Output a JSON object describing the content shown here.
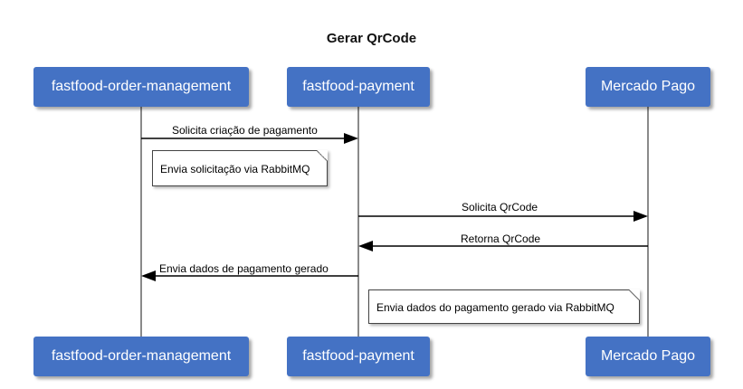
{
  "diagram": {
    "title": "Gerar QrCode",
    "participants": [
      {
        "id": "order",
        "label": "fastfood-order-management"
      },
      {
        "id": "payment",
        "label": "fastfood-payment"
      },
      {
        "id": "mp",
        "label": "Mercado Pago"
      }
    ],
    "messages": [
      {
        "from": "order",
        "to": "payment",
        "label": "Solicita criação de pagamento"
      },
      {
        "from": "payment",
        "to": "mp",
        "label": "Solicita QrCode"
      },
      {
        "from": "mp",
        "to": "payment",
        "label": "Retorna QrCode"
      },
      {
        "from": "payment",
        "to": "order",
        "label": "Envia dados de pagamento gerado"
      }
    ],
    "notes": [
      {
        "text": "Envia solicitação via RabbitMQ"
      },
      {
        "text": "Envia dados do pagamento gerado via RabbitMQ"
      }
    ]
  }
}
